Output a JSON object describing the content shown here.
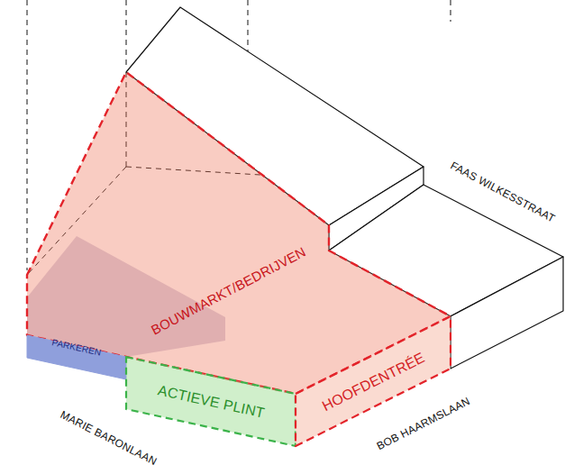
{
  "diagram": {
    "nodes": [
      {
        "text": [
          "BOUWMARKT/BEDRIJVEN"
        ]
      },
      {
        "text": [
          "PARKEREN"
        ]
      },
      {
        "text": [
          "ACTIEVE PLINT"
        ]
      },
      {
        "text": [
          "HOOFDENTRÉE"
        ]
      }
    ],
    "labels": [
      "FAAS WILKESSTRAAT",
      "MARIE BARONLAAN",
      "BOB HAARMSLAAN"
    ]
  }
}
